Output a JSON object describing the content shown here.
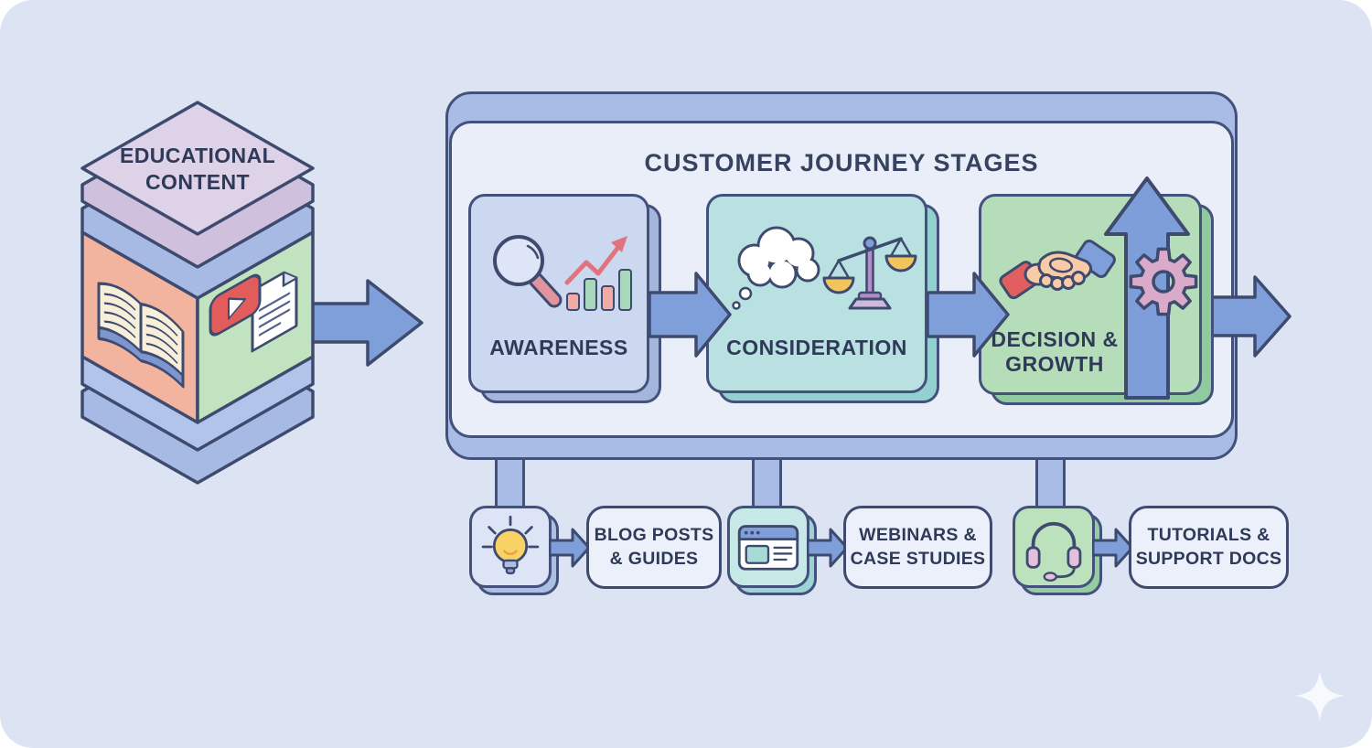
{
  "canvas": {
    "background": "#dce4f4",
    "page_background": "#ffffff"
  },
  "palette": {
    "outline_navy": "#3e4a6e",
    "text_navy": "#2e3a58",
    "arrow_blue": "#7e9fd9",
    "container_blue": "#a9bce5",
    "panel_light": "#e9eef9",
    "awareness_fill": "#ccd7f0",
    "consideration_fill": "#b9e1e2",
    "decision_fill": "#b6ddba",
    "cube_top_lavender": "#ded2e9",
    "cube_left_salmon": "#f2b39f",
    "cube_right_green": "#c2e3c0",
    "accent_red": "#e25c5c",
    "accent_yellow": "#f8d265",
    "accent_pink_mauve": "#d9aac9"
  },
  "source": {
    "title": "EDUCATIONAL\nCONTENT",
    "icons": [
      "open-book-icon",
      "video-play-icon",
      "document-icon"
    ]
  },
  "journey": {
    "title": "CUSTOMER JOURNEY STAGES",
    "stages": [
      {
        "label": "AWARENESS",
        "icons": [
          "magnifier-icon",
          "growth-chart-icon"
        ]
      },
      {
        "label": "CONSIDERATION",
        "icons": [
          "thought-cloud-icon",
          "balance-scales-icon"
        ]
      },
      {
        "label": "DECISION &\nGROWTH",
        "icons": [
          "handshake-icon",
          "up-arrow-icon",
          "gear-icon"
        ]
      }
    ]
  },
  "outputs": [
    {
      "label": "BLOG POSTS\n& GUIDES",
      "icon": "lightbulb-icon"
    },
    {
      "label": "WEBINARS &\nCASE STUDIES",
      "icon": "browser-window-icon"
    },
    {
      "label": "TUTORIALS &\nSUPPORT DOCS",
      "icon": "headset-icon"
    }
  ]
}
